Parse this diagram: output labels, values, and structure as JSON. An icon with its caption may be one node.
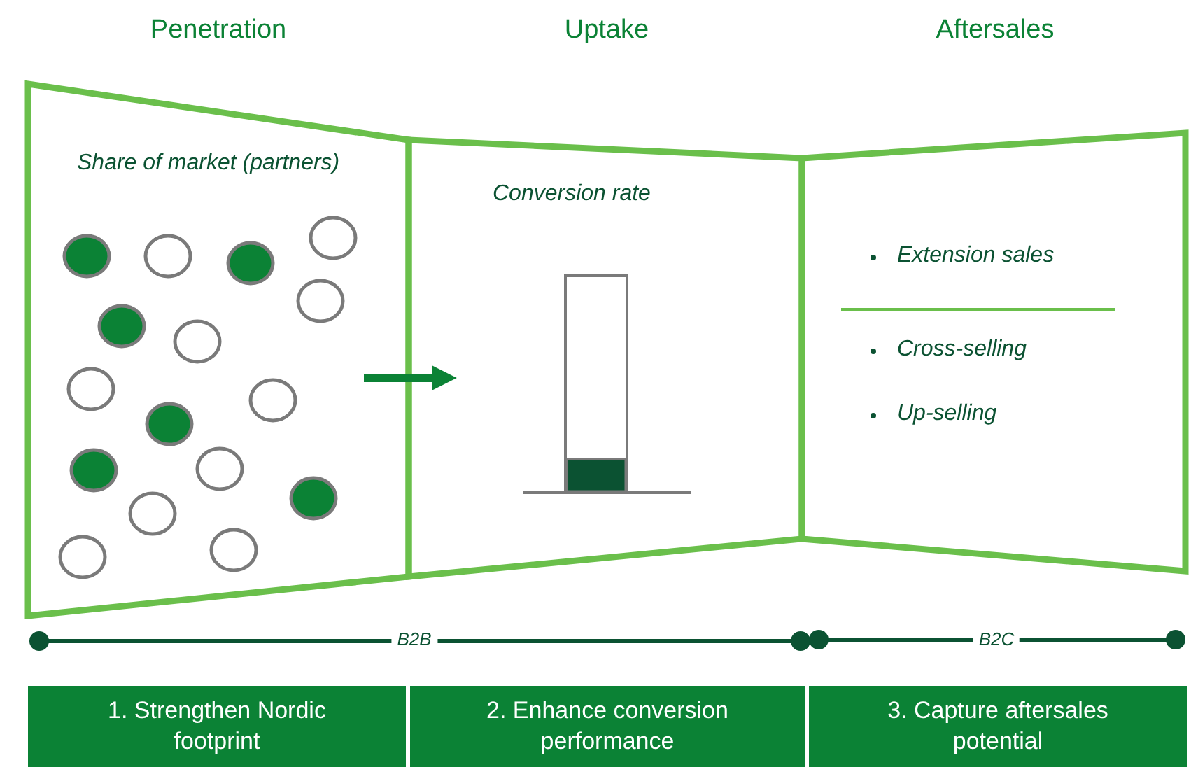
{
  "diagram": {
    "nodes": [
      {
        "text": [
          "Penetration",
          "Share of market (partners)"
        ]
      },
      {
        "text": [
          "Uptake",
          "Conversion rate"
        ]
      },
      {
        "text": [
          "Aftersales",
          "Extension sales",
          "Cross-selling",
          "Up-selling"
        ]
      },
      {
        "text": [
          "1. Strengthen Nordic footprint"
        ]
      },
      {
        "text": [
          "2. Enhance conversion performance"
        ]
      },
      {
        "text": [
          "3. Capture aftersales potential"
        ]
      }
    ],
    "edges": [
      {
        "from": 0,
        "to": 1,
        "arrow": "to"
      }
    ],
    "labels": [
      "B2B",
      "B2C"
    ]
  }
}
